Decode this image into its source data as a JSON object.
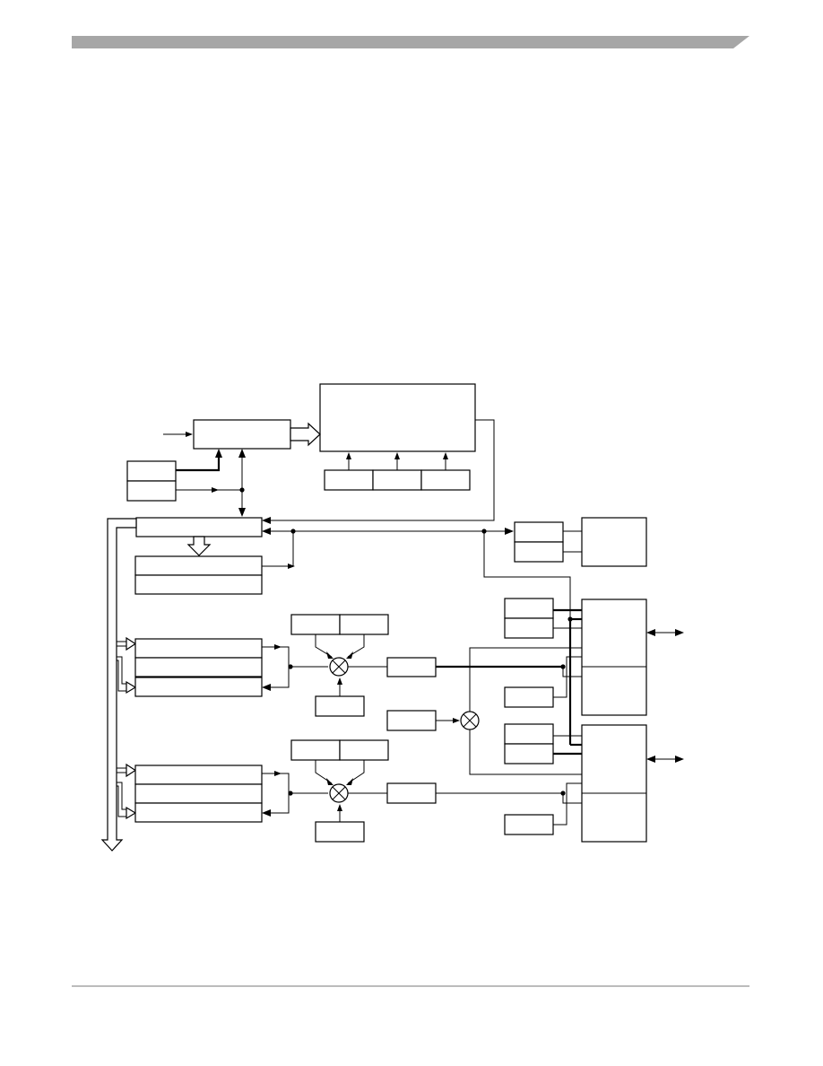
{
  "header_bar": {
    "color": "#a6a6a6"
  },
  "footer_rule": {
    "color": "#a6a6a6"
  },
  "diagram": {
    "blocks": [
      "control-block",
      "large-register-block",
      "register-field-1",
      "register-field-2",
      "register-field-3",
      "left-small-register-top",
      "left-small-register-bottom",
      "bus-interface-block",
      "counter-register-top",
      "counter-register-bottom",
      "channel1-register-1",
      "channel1-register-2",
      "channel1-register-3",
      "channel1-compare-top-left",
      "channel1-compare-top-right",
      "channel1-compare-bottom",
      "channel1-output-block",
      "channel2-register-1",
      "channel2-register-2",
      "channel2-register-3",
      "channel2-compare-top-left",
      "channel2-compare-top-right",
      "channel2-compare-bottom",
      "channel2-output-block",
      "middle-input-block",
      "right-register-top",
      "right-register-bottom",
      "right-output-block",
      "pin-control-block-1",
      "pin-control-block-2",
      "pin1-config-top",
      "pin1-config-bottom",
      "pin1-enable-block",
      "pin2-config-top",
      "pin2-config-bottom",
      "pin2-enable-block"
    ]
  }
}
